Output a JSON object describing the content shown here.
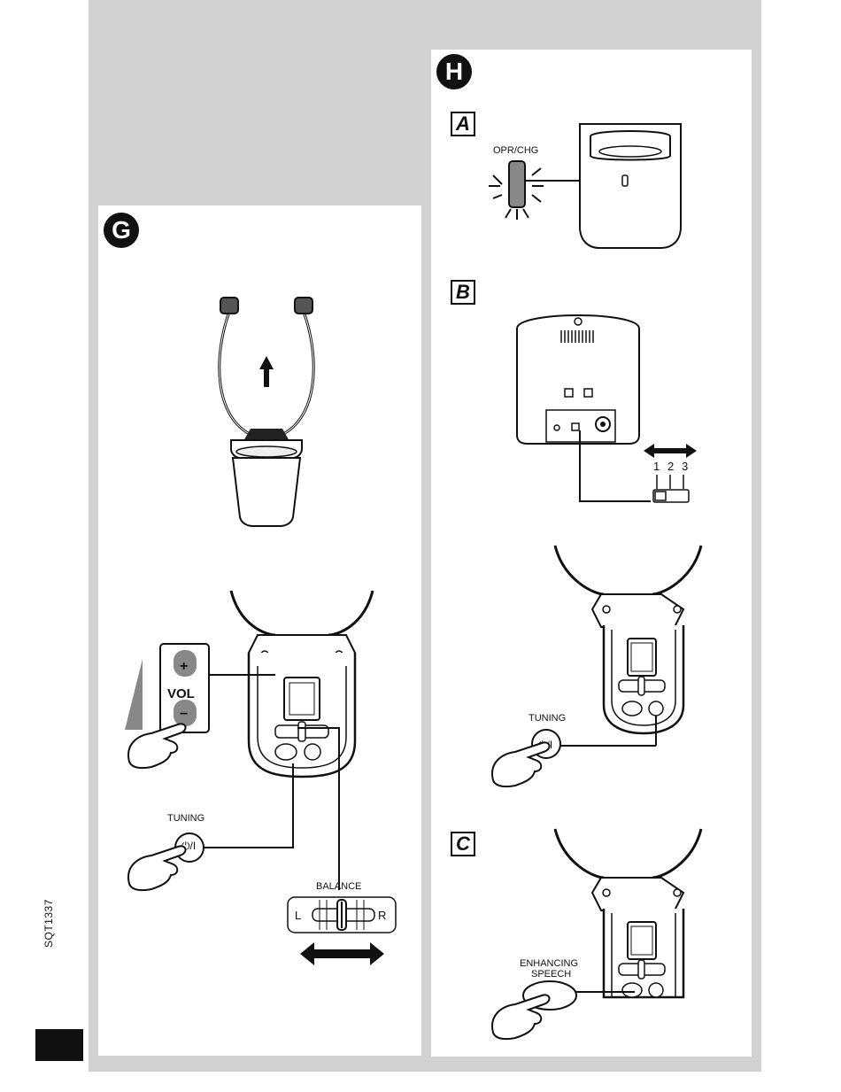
{
  "page_code": "SQT1337",
  "sections": {
    "g": {
      "badge": "G",
      "volume_label": "VOL",
      "vol_plus": "+",
      "vol_minus": "−",
      "tuning_label": "TUNING",
      "power_symbol": "⏻/I",
      "balance_label": "BALANCE",
      "balance_left": "L",
      "balance_right": "R"
    },
    "h": {
      "badge": "H",
      "sub_a": "A",
      "sub_b": "B",
      "sub_c": "C",
      "opr_label": "OPR/CHG",
      "channel_numbers": [
        "1",
        "2",
        "3"
      ],
      "tuning_label": "TUNING",
      "power_symbol": "⏻/I",
      "enhancing_line1": "ENHANCING",
      "enhancing_line2": "SPEECH"
    }
  }
}
